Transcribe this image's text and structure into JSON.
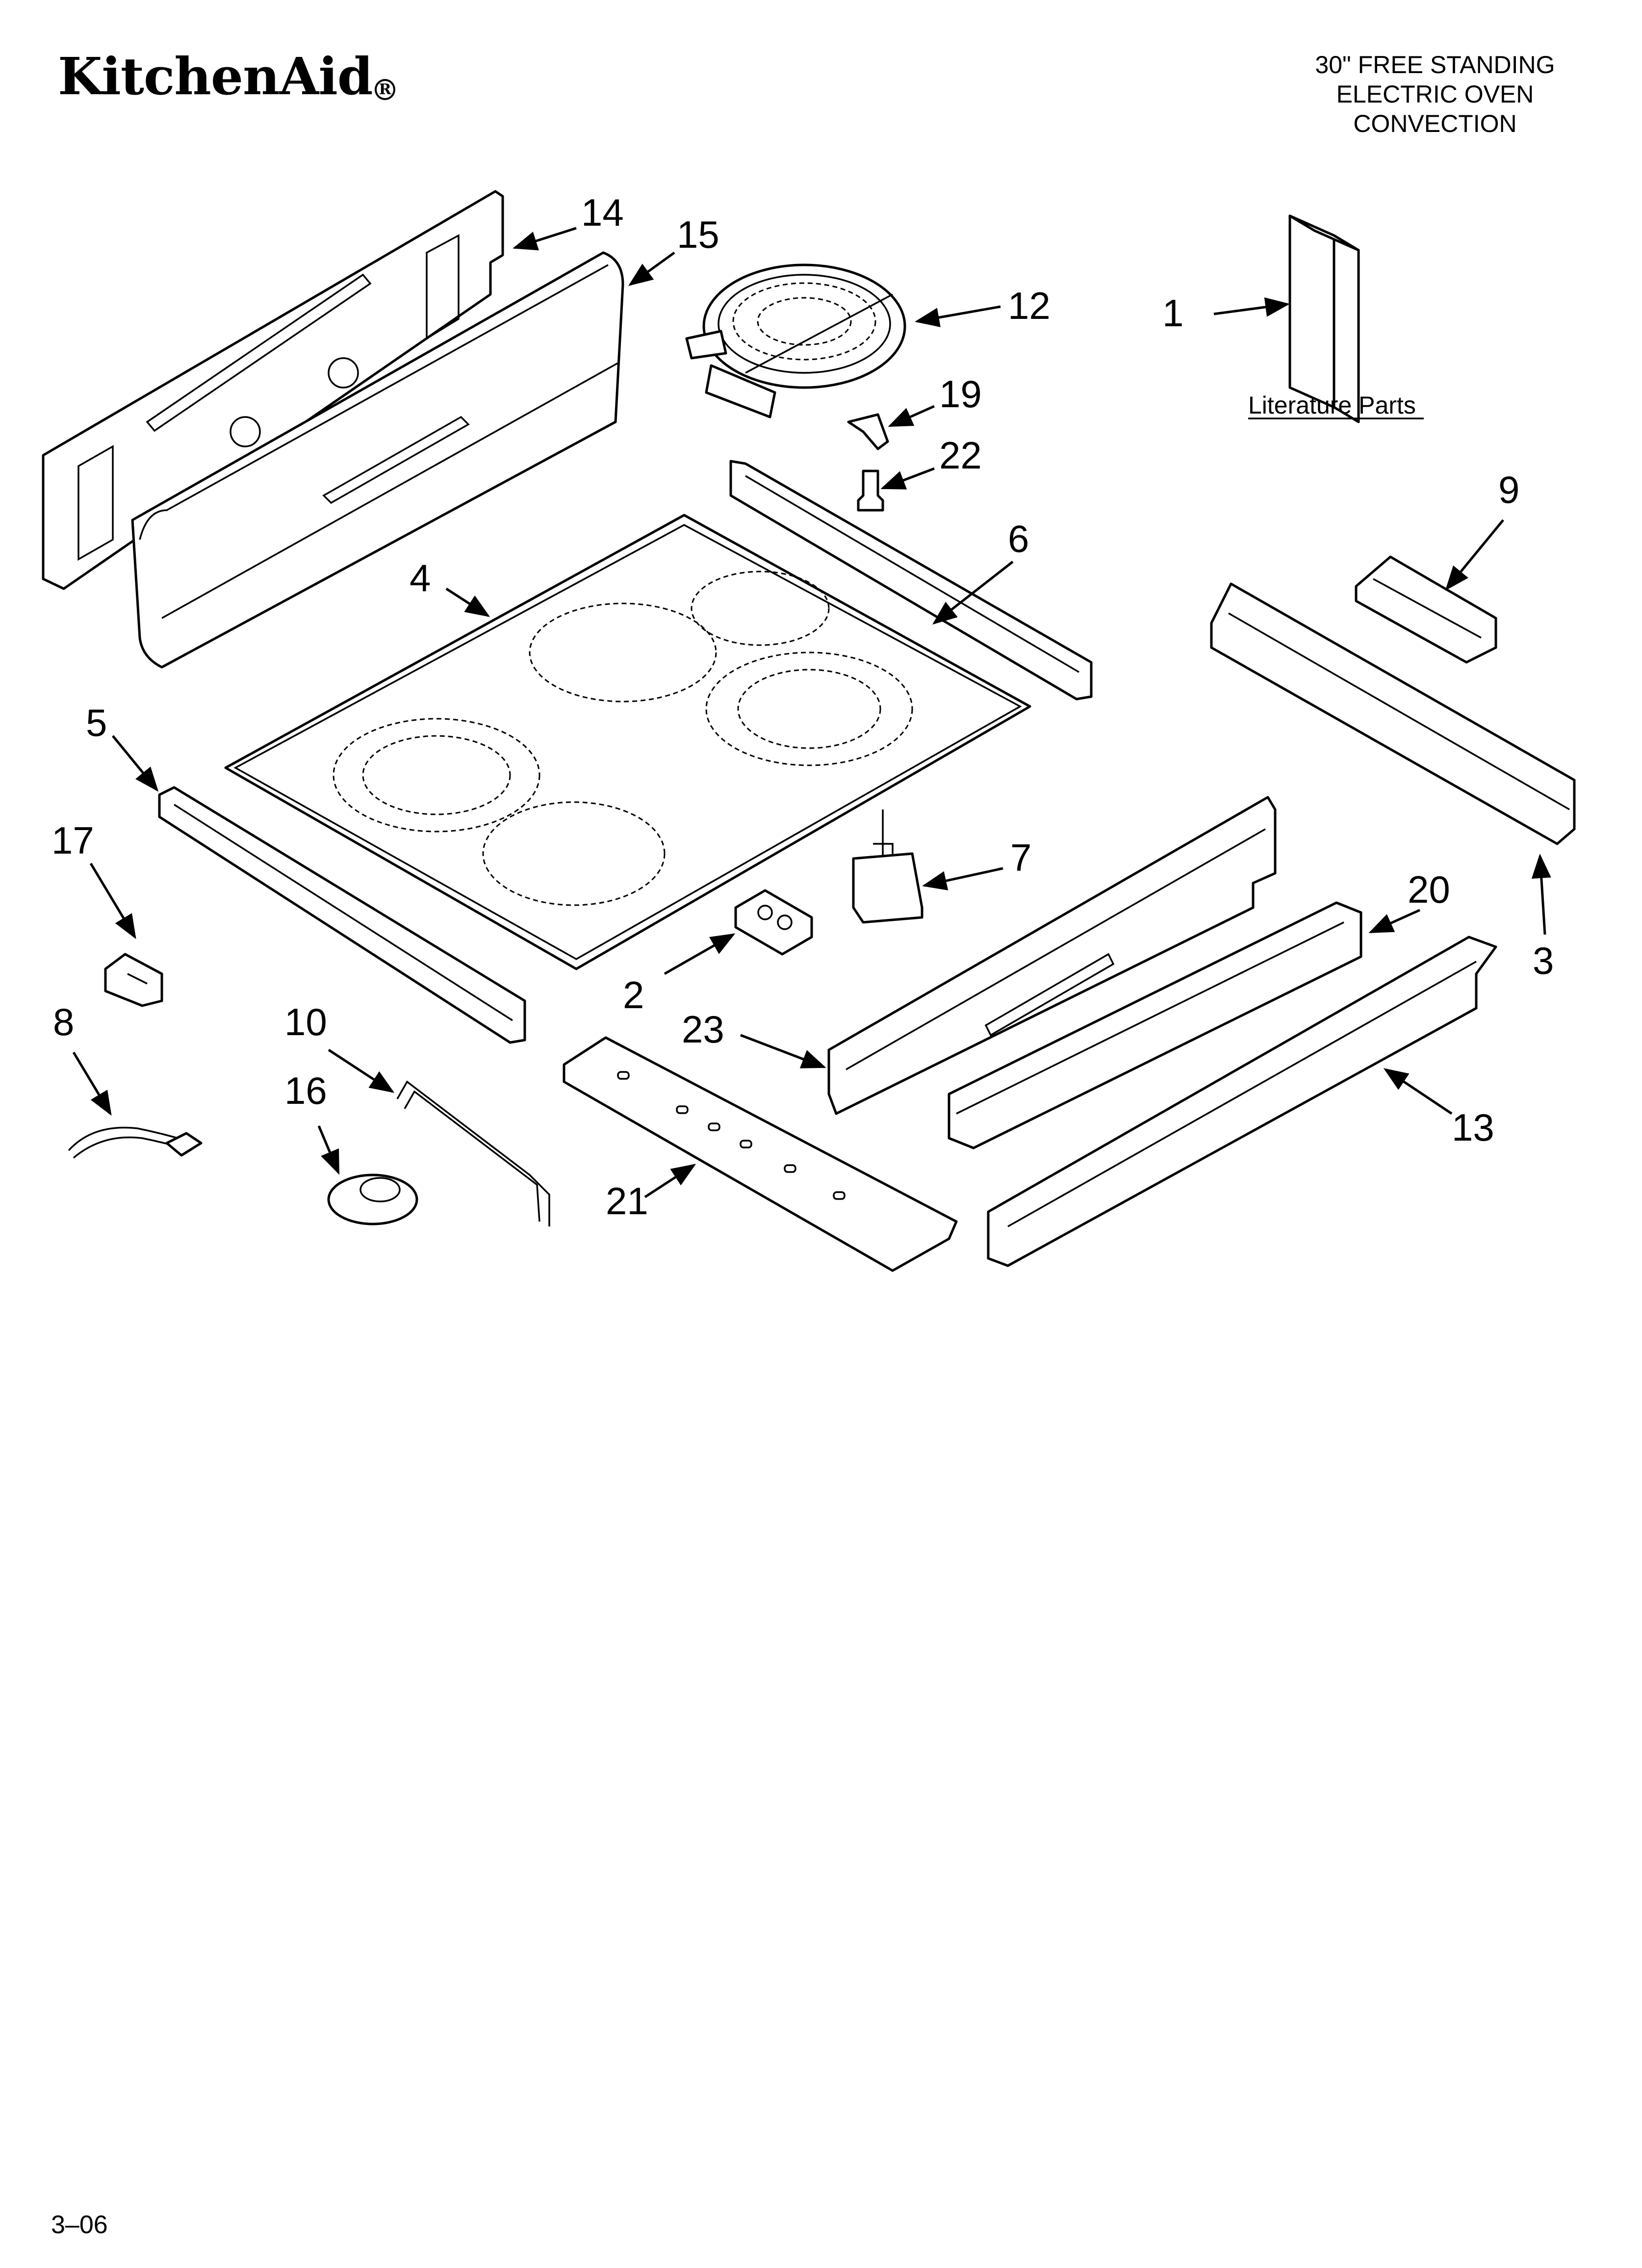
{
  "header": {
    "brand": "KitchenAid",
    "title_lines": [
      "30\" FREE STANDING",
      "ELECTRIC OVEN",
      "CONVECTION"
    ]
  },
  "callouts": [
    {
      "id": "14",
      "label": "14"
    },
    {
      "id": "15",
      "label": "15"
    },
    {
      "id": "12",
      "label": "12"
    },
    {
      "id": "1",
      "label": "1"
    },
    {
      "id": "19",
      "label": "19"
    },
    {
      "id": "22",
      "label": "22"
    },
    {
      "id": "9",
      "label": "9"
    },
    {
      "id": "6",
      "label": "6"
    },
    {
      "id": "4",
      "label": "4"
    },
    {
      "id": "5",
      "label": "5"
    },
    {
      "id": "7",
      "label": "7"
    },
    {
      "id": "20",
      "label": "20"
    },
    {
      "id": "3",
      "label": "3"
    },
    {
      "id": "17",
      "label": "17"
    },
    {
      "id": "2",
      "label": "2"
    },
    {
      "id": "8",
      "label": "8"
    },
    {
      "id": "10",
      "label": "10"
    },
    {
      "id": "23",
      "label": "23"
    },
    {
      "id": "16",
      "label": "16"
    },
    {
      "id": "13",
      "label": "13"
    },
    {
      "id": "21",
      "label": "21"
    }
  ],
  "literature_label": "Literature Parts",
  "footer": {
    "code": "3–06"
  }
}
